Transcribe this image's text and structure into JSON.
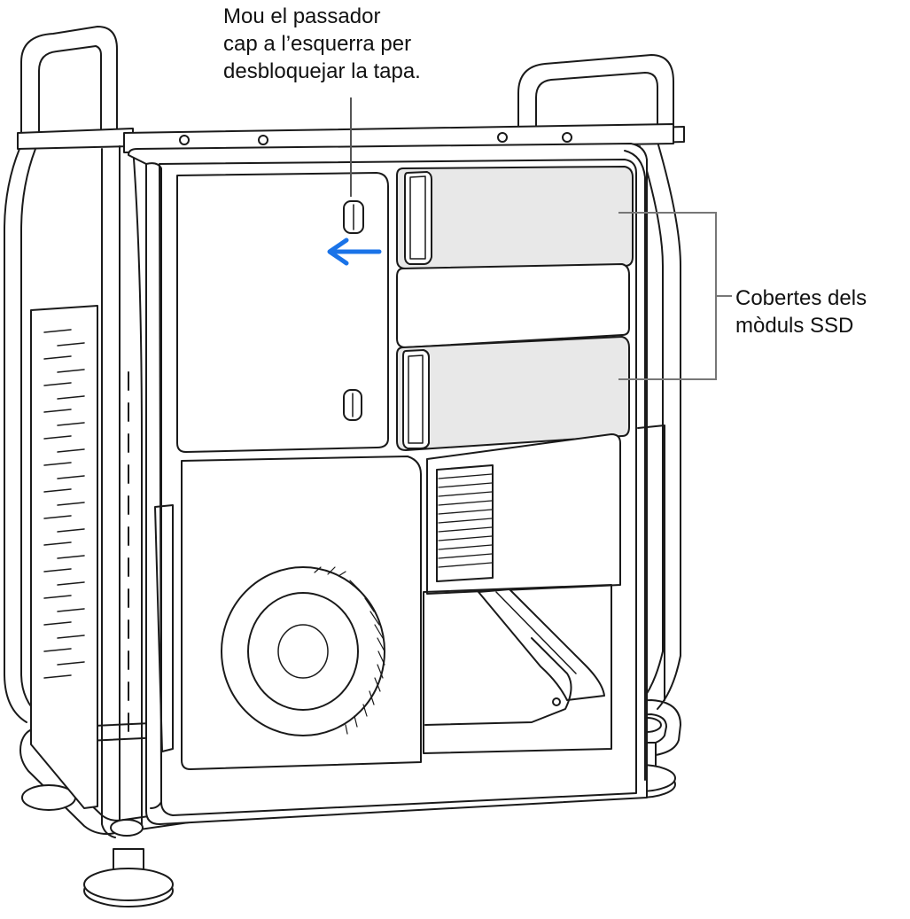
{
  "callouts": {
    "latch": {
      "lines": [
        "Mou el passador",
        "cap a l’esquerra per",
        "desbloquejar la tapa."
      ]
    },
    "ssd": {
      "lines": [
        "Cobertes dels",
        "mòduls SSD"
      ]
    }
  },
  "colors": {
    "outline": "#1a1a1a",
    "fill": "#ffffff",
    "ssd_cover_fill": "#e8e8e8",
    "arrow": "#1a73e8",
    "leader": "#555555"
  },
  "icons": {
    "direction_arrow": "arrow-left-icon"
  }
}
